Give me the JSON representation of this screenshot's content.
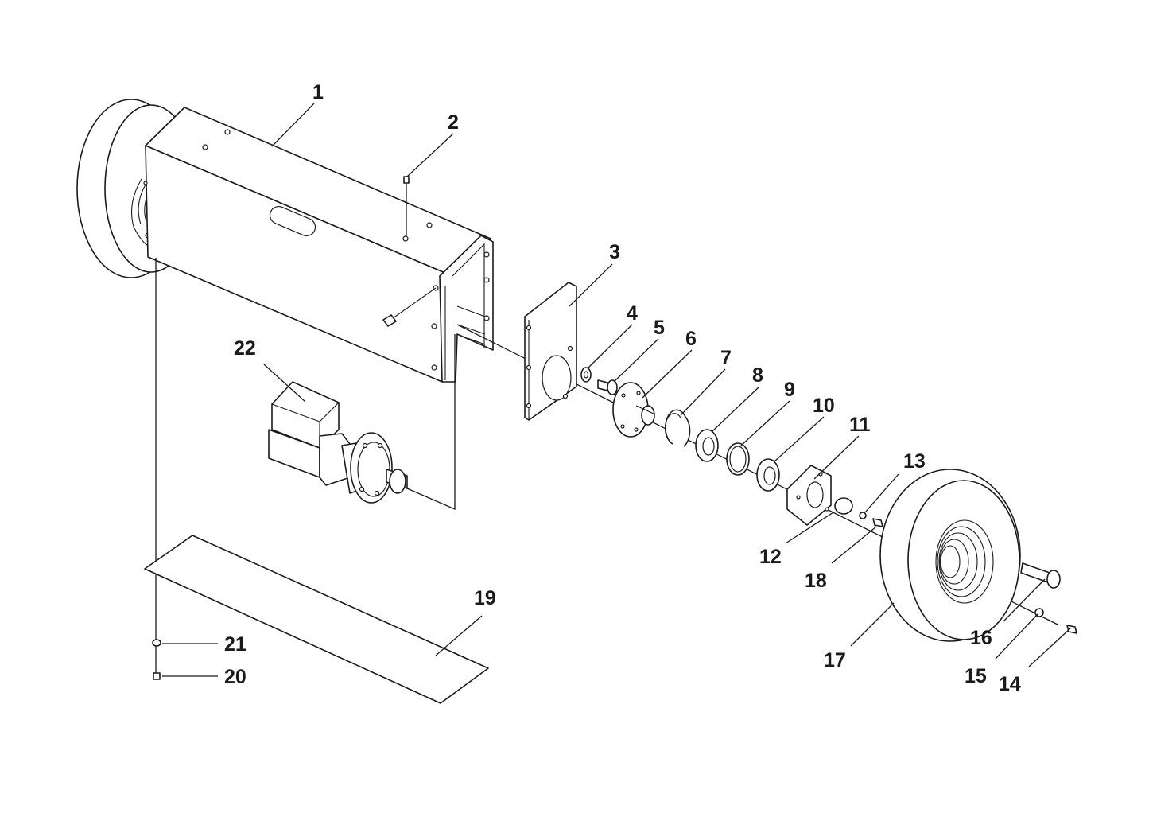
{
  "diagram": {
    "type": "exploded-parts-view",
    "callouts": [
      "1",
      "2",
      "3",
      "4",
      "5",
      "6",
      "7",
      "8",
      "9",
      "10",
      "11",
      "12",
      "13",
      "14",
      "15",
      "16",
      "17",
      "18",
      "19",
      "20",
      "21",
      "22"
    ]
  },
  "colors": {
    "line": "#1a1a1a",
    "background": "#ffffff"
  }
}
